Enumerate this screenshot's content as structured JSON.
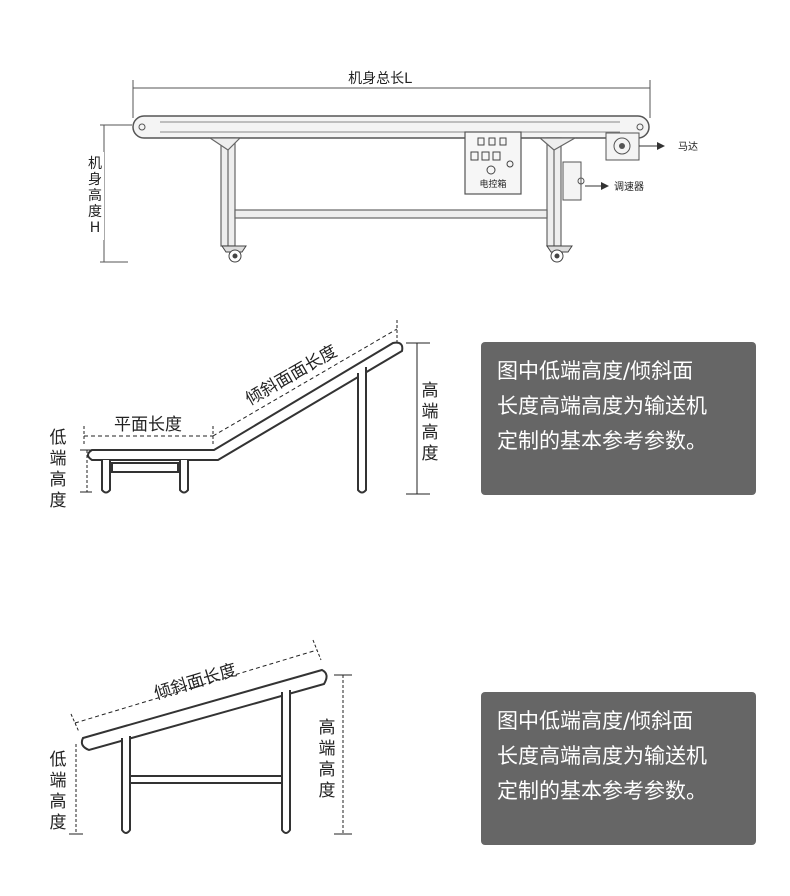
{
  "diagram1": {
    "total_length_label": "机身总长L",
    "height_label": [
      "机",
      "身",
      "高",
      "度",
      "H"
    ],
    "motor_label": "马达",
    "speed_controller_label": "调速器",
    "control_box_label": "电控箱"
  },
  "diagram2": {
    "flat_length_label": "平面长度",
    "incline_length_label": "倾斜面面长度",
    "low_end_label": [
      "低",
      "端",
      "高",
      "度"
    ],
    "high_end_label": [
      "高",
      "端",
      "高",
      "度"
    ]
  },
  "diagram3": {
    "incline_length_label": "倾斜面长度",
    "low_end_label": [
      "低",
      "端",
      "高",
      "度"
    ],
    "high_end_label": [
      "高",
      "端",
      "高",
      "度"
    ]
  },
  "note1": {
    "lines": [
      "图中低端高度/倾斜面",
      "长度高端高度为输送机",
      "定制的基本参考参数。"
    ]
  },
  "note2": {
    "lines": [
      "图中低端高度/倾斜面",
      "长度高端高度为输送机",
      "定制的基本参考参数。"
    ]
  },
  "colors": {
    "note_bg": "#666666",
    "note_text": "#ffffff",
    "line": "#444444"
  }
}
